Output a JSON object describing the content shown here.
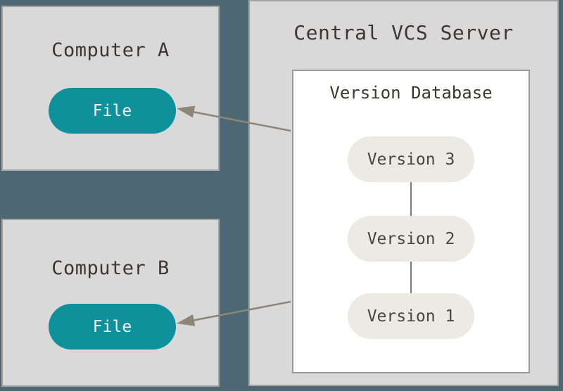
{
  "computer_a": {
    "title": "Computer A",
    "file_label": "File"
  },
  "computer_b": {
    "title": "Computer B",
    "file_label": "File"
  },
  "server": {
    "title": "Central VCS Server",
    "database": {
      "title": "Version Database",
      "versions": [
        "Version 3",
        "Version 2",
        "Version 1"
      ]
    }
  },
  "colors": {
    "background": "#4d6872",
    "panel_fill": "#d9d9d9",
    "panel_border": "#a4a4a4",
    "file_pill": "#0f919c",
    "file_text": "#f4f4f4",
    "version_pill": "#eceae2",
    "text_dark": "#3b3733",
    "arrow": "#8c8578",
    "connector": "#7c7c7c"
  }
}
